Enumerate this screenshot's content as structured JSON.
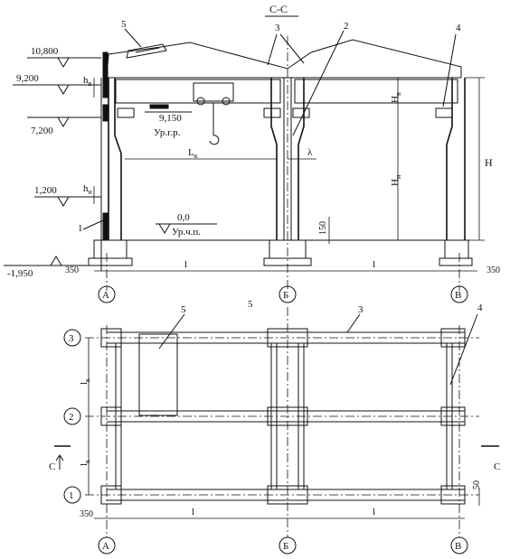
{
  "section": {
    "title": "С-С",
    "elevations": [
      "10,800",
      "9,200",
      "7,200",
      "1,200",
      "-1,950"
    ],
    "crane_rail_level": "9,150",
    "crane_rail_label": "Ур.г.р.",
    "floor_level": "0,0",
    "floor_label": "Ур.ч.п.",
    "labels": {
      "h_top": "h",
      "h_top_sub": "в",
      "h_bottom": "h",
      "h_bottom_sub": "н",
      "span_crane": "L",
      "span_crane_sub": "к",
      "lambda": "λ",
      "H_top": "H",
      "H_top_sub": "в",
      "H_bottom": "H",
      "H_bottom_sub": "н",
      "H_total": "H",
      "base_dim": "150",
      "left_dim": "350",
      "right_dim": "350",
      "span_1": "l",
      "span_2": "l"
    },
    "callouts": [
      "5",
      "3",
      "2",
      "4",
      "1"
    ]
  },
  "plan": {
    "callouts": [
      "5",
      "5",
      "3",
      "4"
    ],
    "rows": [
      "3",
      "2",
      "1"
    ],
    "axes": [
      "А",
      "Б",
      "В"
    ],
    "section_mark_left": "С",
    "section_mark_right": "С",
    "lk": "l",
    "lk_sub": "к",
    "dim_50": "50",
    "dim_350": "350",
    "span_1": "l",
    "span_2": "l"
  },
  "section_axes": [
    "А",
    "Б",
    "В"
  ]
}
